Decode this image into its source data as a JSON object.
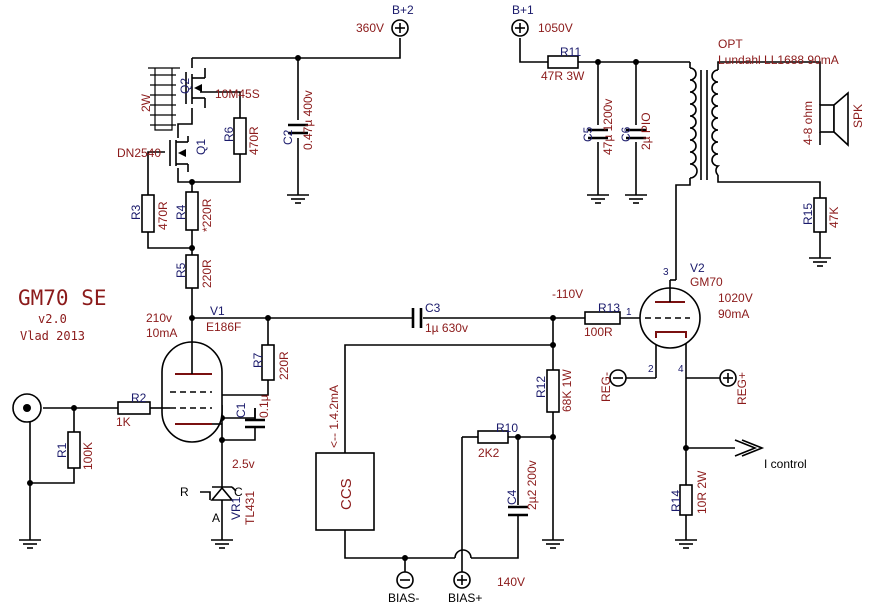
{
  "title": {
    "name": "GM70 SE",
    "version": "v2.0",
    "author": "Vlad 2013"
  },
  "rails": {
    "b2": {
      "name": "B+2",
      "voltage": "360V"
    },
    "b1": {
      "name": "B+1",
      "voltage": "1050V"
    },
    "bias_minus": "BIAS-",
    "bias_plus": "BIAS+",
    "bias_voltage": "140V",
    "reg_minus": "REG-",
    "reg_plus": "REG+",
    "i_control": "I control"
  },
  "tubes": {
    "v1": {
      "ref": "V1",
      "type": "E186F",
      "voltage": "210v",
      "current": "10mA",
      "cathode": "2.5v"
    },
    "v2": {
      "ref": "V2",
      "type": "GM70",
      "voltage": "1020V",
      "current": "90mA",
      "grid": "-110V"
    }
  },
  "transistors": {
    "q1": {
      "ref": "Q1",
      "type": "DN2540"
    },
    "q2": {
      "ref": "Q2",
      "type": "10M45S"
    },
    "heatsink": "2W",
    "vr1": {
      "ref": "VR1",
      "type": "TL431",
      "pin_r": "R",
      "pin_a": "A",
      "pin_c": "C"
    }
  },
  "resistors": {
    "r1": {
      "ref": "R1",
      "value": "100K"
    },
    "r2": {
      "ref": "R2",
      "value": "1K"
    },
    "r3": {
      "ref": "R3",
      "value": "470R"
    },
    "r4": {
      "ref": "R4",
      "value": "*220R"
    },
    "r5": {
      "ref": "R5",
      "value": "220R"
    },
    "r6": {
      "ref": "R6",
      "value": "470R"
    },
    "r7": {
      "ref": "R7",
      "value": "220R"
    },
    "r10": {
      "ref": "R10",
      "value": "2K2"
    },
    "r11": {
      "ref": "R11",
      "value": "47R 3W"
    },
    "r12": {
      "ref": "R12",
      "value": "68K 1W"
    },
    "r13": {
      "ref": "R13",
      "value": "100R"
    },
    "r14": {
      "ref": "R14",
      "value": "10R 2W"
    },
    "r15": {
      "ref": "R15",
      "value": "47K"
    }
  },
  "capacitors": {
    "c1": {
      "ref": "C1",
      "value": "0.1µ"
    },
    "c2": {
      "ref": "C2",
      "value": "0.47µ 400v"
    },
    "c3": {
      "ref": "C3",
      "value": "1µ 630v"
    },
    "c4": {
      "ref": "C4",
      "value": "2µ2 200v"
    },
    "c5": {
      "ref": "C5",
      "value": "47µ 1200v"
    },
    "c6": {
      "ref": "C6",
      "value": "2µ PIO"
    }
  },
  "output": {
    "opt": "OPT",
    "opt_model": "Lundahl LL1688 90mA",
    "spk": "SPK",
    "impedance": "4-8 ohm"
  },
  "ccs": {
    "label": "CCS",
    "current": "<-- 1.4.2mA"
  },
  "pins": {
    "p1": "1",
    "p2": "2",
    "p3": "3",
    "p4": "4"
  }
}
